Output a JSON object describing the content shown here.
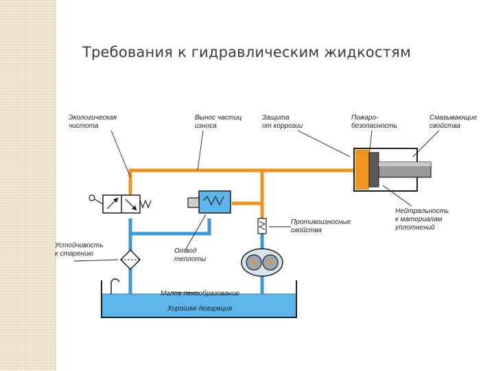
{
  "slide": {
    "title": "Требования к гидравлическим жидкостям"
  },
  "labels": {
    "ecological_1": "Экологическая",
    "ecological_2": "чистота",
    "wear_1": "Вынос частиц",
    "wear_2": "износа",
    "corrosion_1": "Защита",
    "corrosion_2": "от коррозии",
    "fire_1": "Пожаро-",
    "fire_2": "безопасность",
    "lubricating_1": "Смазывающие",
    "lubricating_2": "свойства",
    "neutral_1": "Нейтральность",
    "neutral_2": "к материалам",
    "neutral_3": "уплотнений",
    "antiwear_1": "Противоизносные",
    "antiwear_2": "свойства",
    "heat_1": "Отвод",
    "heat_2": "теплоты",
    "aging_1": "Устойчивость",
    "aging_2": "к старению",
    "foam": "Малое пенообразование",
    "deaeration": "Хорошая деаэрация"
  },
  "colors": {
    "pressure_line": "#f0921e",
    "return_line": "#3a9ad9",
    "tank_fill": "#5db6ea",
    "sidebar": "#f4eed7"
  }
}
